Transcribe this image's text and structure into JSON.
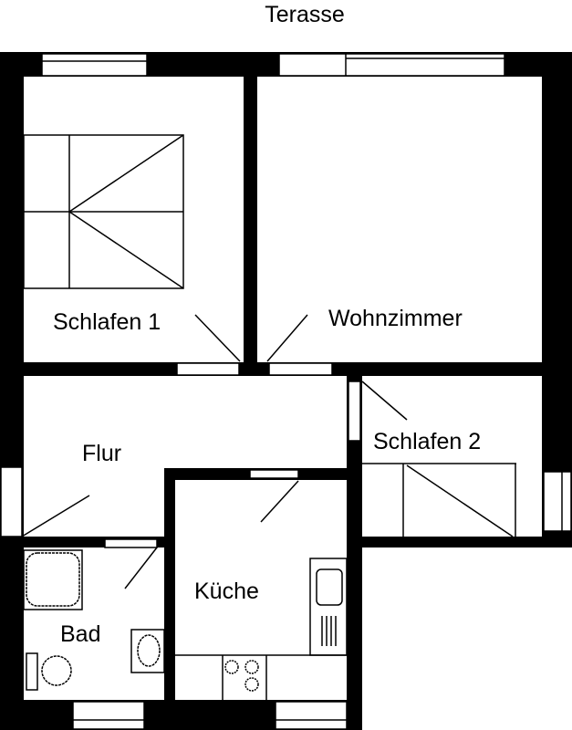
{
  "plan": {
    "outside_label": "Terasse",
    "rooms": {
      "schlafen1": "Schlafen 1",
      "wohnzimmer": "Wohnzimmer",
      "flur": "Flur",
      "schlafen2": "Schlafen 2",
      "kueche": "Küche",
      "bad": "Bad"
    },
    "colors": {
      "wall": "#000000",
      "background": "#ffffff"
    }
  }
}
